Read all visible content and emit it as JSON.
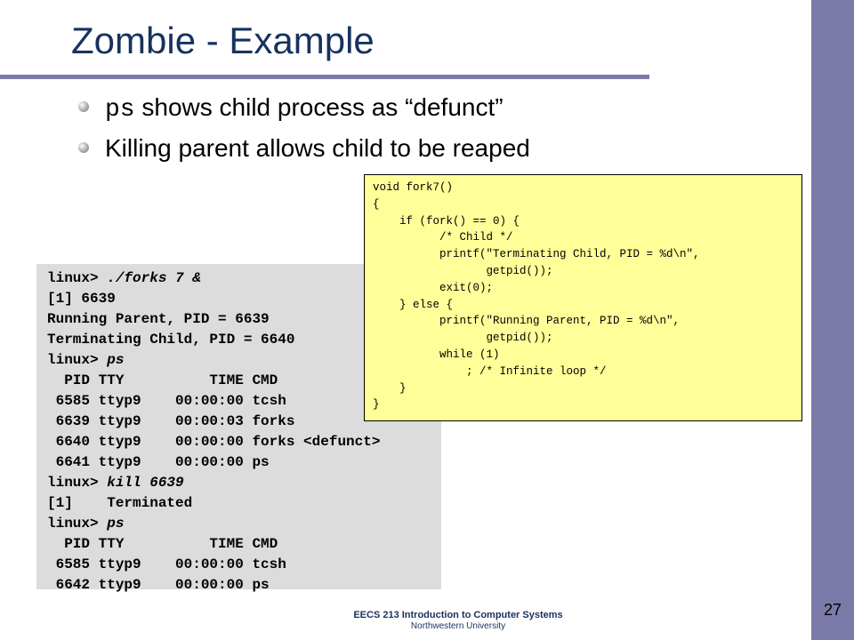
{
  "slide": {
    "title": "Zombie - Example",
    "bullets": [
      {
        "code": "ps",
        "text": " shows child process as “defunct”"
      },
      {
        "code": "",
        "text": "Killing parent allows child to be reaped"
      }
    ],
    "terminal_lines": [
      {
        "prompt": "linux> ",
        "cmd": "./forks 7 &",
        "rest": ""
      },
      {
        "prompt": "",
        "cmd": "",
        "rest": "[1] 6639"
      },
      {
        "prompt": "",
        "cmd": "",
        "rest": "Running Parent, PID = 6639"
      },
      {
        "prompt": "",
        "cmd": "",
        "rest": "Terminating Child, PID = 6640"
      },
      {
        "prompt": "linux> ",
        "cmd": "ps",
        "rest": ""
      },
      {
        "prompt": "",
        "cmd": "",
        "rest": "  PID TTY          TIME CMD"
      },
      {
        "prompt": "",
        "cmd": "",
        "rest": " 6585 ttyp9    00:00:00 tcsh"
      },
      {
        "prompt": "",
        "cmd": "",
        "rest": " 6639 ttyp9    00:00:03 forks"
      },
      {
        "prompt": "",
        "cmd": "",
        "rest": " 6640 ttyp9    00:00:00 forks <defunct>"
      },
      {
        "prompt": "",
        "cmd": "",
        "rest": " 6641 ttyp9    00:00:00 ps"
      },
      {
        "prompt": "linux> ",
        "cmd": "kill 6639",
        "rest": ""
      },
      {
        "prompt": "",
        "cmd": "",
        "rest": "[1]    Terminated"
      },
      {
        "prompt": "linux> ",
        "cmd": "ps",
        "rest": ""
      },
      {
        "prompt": "",
        "cmd": "",
        "rest": "  PID TTY          TIME CMD"
      },
      {
        "prompt": "",
        "cmd": "",
        "rest": " 6585 ttyp9    00:00:00 tcsh"
      },
      {
        "prompt": "",
        "cmd": "",
        "rest": " 6642 ttyp9    00:00:00 ps"
      }
    ],
    "code_lines": [
      "void fork7()",
      "{",
      "    if (fork() == 0) {",
      "          /* Child */",
      "          printf(\"Terminating Child, PID = %d\\n\",",
      "                 getpid());",
      "          exit(0);",
      "    } else {",
      "          printf(\"Running Parent, PID = %d\\n\",",
      "                 getpid());",
      "          while (1)",
      "              ; /* Infinite loop */",
      "    }",
      "}"
    ],
    "footer": {
      "course": "EECS 213 Introduction to Computer Systems",
      "university": "Northwestern University"
    },
    "page_number": "27"
  },
  "colors": {
    "sidebar": "#7b7aa8",
    "title": "#17325f",
    "terminal_bg": "#dcdcdc",
    "code_bg": "#ffff99"
  }
}
